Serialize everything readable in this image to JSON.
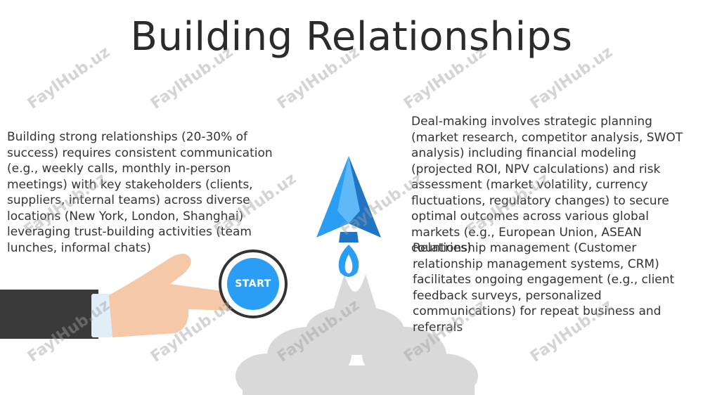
{
  "slide": {
    "title": "Building Relationships",
    "paragraphs": {
      "left": "Building strong relationships (20-30% of success) requires consistent communication (e.g., weekly calls, monthly in-person meetings) with key stakeholders (clients, suppliers, internal teams) across diverse locations (New York, London, Shanghai) leveraging trust-building activities (team lunches, informal chats)",
      "right_top": "Deal-making involves strategic planning (market research, competitor analysis, SWOT analysis) including financial modeling (projected ROI, NPV calculations) and risk assessment (market volatility, currency fluctuations, regulatory changes) to secure optimal outcomes across various global markets (e.g., European Union, ASEAN countries)",
      "right_bottom": "Relationship management (Customer relationship management systems, CRM) facilitates ongoing engagement (e.g., client feedback surveys, personalized communications) for repeat business and referrals"
    },
    "start_button_label": "START",
    "watermark": "FaylHub.uz"
  },
  "colors": {
    "accent_blue": "#2a9df4",
    "rocket_dark": "#1f74c4",
    "smoke": "#d9d9d9",
    "sleeve": "#3a3a3a",
    "cuff": "#dfeef7",
    "skin": "#f5c9a8"
  }
}
